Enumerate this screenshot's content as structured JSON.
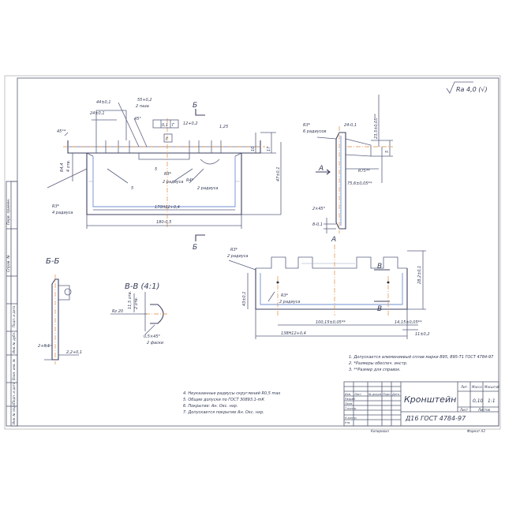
{
  "roughness": "Ra 4,0 (√)",
  "main_view": {
    "dims": [
      "44±0,1",
      "24±0,1",
      "55+0,2",
      "2 паза",
      "45°",
      "0,1",
      "Г",
      "Г",
      "12+0,2",
      "1,25",
      "45°*",
      "R4,4",
      "4 отв.",
      "R3*",
      "4 радиуса",
      "R3*",
      "2 радиуса",
      "R4*",
      "2 радиуса",
      "5",
      "17",
      "10",
      "5",
      "47±0,1",
      "170H12+0,4",
      "180-0,5"
    ],
    "section_mark_top": "Б",
    "section_mark_bottom": "Б"
  },
  "side_view": {
    "dims": [
      "R3*",
      "6 радиусов",
      "24-0,1",
      "23,5±0,05**",
      "5",
      "R75**",
      "75,6±0,05**",
      "2×45°",
      "8-0,1"
    ],
    "view_mark": "А"
  },
  "section_bb": {
    "label": "Б-Б",
    "dims": [
      "2+0,1",
      "2,2+0,1"
    ]
  },
  "section_vv": {
    "label": "В-В (4:1)",
    "dims": [
      "11,5 отв.",
      "2 отв.",
      "Rz 20",
      "0,5×45°",
      "2 фаски"
    ]
  },
  "plan_view": {
    "label": "А",
    "dims": [
      "R3*",
      "2 радиуса",
      "R3*",
      "2 радиуса",
      "43±0,1",
      "28,2±0,1",
      "100,15±0,05**",
      "138H12+0,4",
      "14,15±0,05**",
      "11±0,2"
    ],
    "section_mark_1": "В",
    "section_mark_2": "В"
  },
  "tech_notes_right": [
    "1. Допускается алюминиевый сплав марки В95, В95-Т1 ГОСТ 4784-97",
    "2. *Размеры обеспеч. инстр.",
    "3. **Размер для справок."
  ],
  "tech_notes_left": [
    "4. Неуказанные радиусы скруглений R0,5 max",
    "5. Общие допуски по ГОСТ 30893.1-mК",
    "6. Покрытие: Ан. Окс. нхр.",
    "7. Допускается покрытие Ан. Окс. нхр."
  ],
  "title_block": {
    "part_name": "Кронштейн",
    "material": "Д16  ГОСТ 4784-97",
    "col_lit": "Лит.",
    "col_mass": "Масса",
    "col_scale": "Масштаб",
    "mass": "0,10",
    "scale": "1:1",
    "sheet": "Лист",
    "sheets": "Листов",
    "rows": [
      "Изм.",
      "Лист",
      "№ докум.",
      "Подп.",
      "Дата",
      "Разраб.",
      "Пров.",
      "Т.контр.",
      "Н.контр.",
      "Утв."
    ],
    "copied": "Копировал",
    "format": "Формат А3"
  },
  "side_strip": [
    "Перв. примен.",
    "Справ. №",
    "Подп. и дата",
    "Инв. № дубл.",
    "Взам. инв. №",
    "Подп. и дата",
    "Инв. № подл."
  ]
}
